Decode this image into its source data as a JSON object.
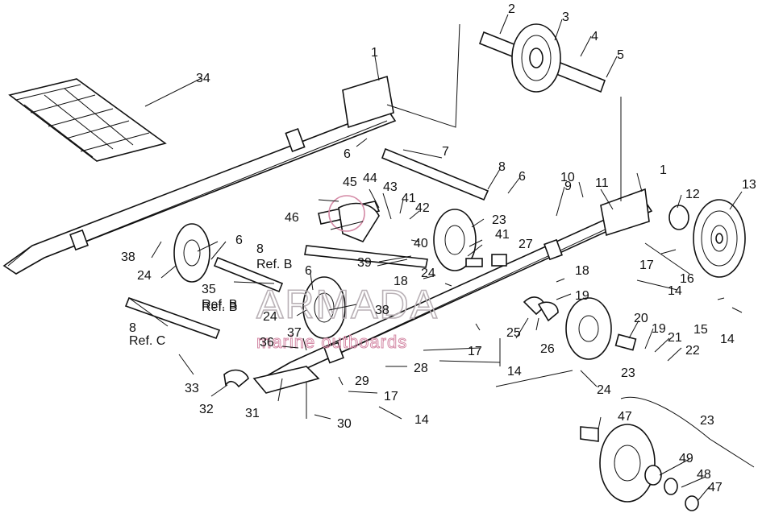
{
  "watermark": {
    "brand": "ARMADA",
    "tagline": "marine outboards",
    "colors": {
      "brand": "#b9b1b6",
      "accent": "#d48aa6"
    }
  },
  "callouts": [
    {
      "id": "c1a",
      "text": "1"
    },
    {
      "id": "c1b",
      "text": "1"
    },
    {
      "id": "c2",
      "text": "2"
    },
    {
      "id": "c3",
      "text": "3"
    },
    {
      "id": "c4",
      "text": "4"
    },
    {
      "id": "c5",
      "text": "5"
    },
    {
      "id": "c6a",
      "text": "6"
    },
    {
      "id": "c6b",
      "text": "6"
    },
    {
      "id": "c6c",
      "text": "6"
    },
    {
      "id": "c6d",
      "text": "6"
    },
    {
      "id": "c7",
      "text": "7"
    },
    {
      "id": "c8a",
      "text": "8"
    },
    {
      "id": "c8b",
      "text": "8"
    },
    {
      "id": "c8c",
      "text": "8"
    },
    {
      "id": "refB1",
      "text": "Ref. B"
    },
    {
      "id": "refB2",
      "text": "Ref. B"
    },
    {
      "id": "refC",
      "text": "Ref. C"
    },
    {
      "id": "c9",
      "text": "9"
    },
    {
      "id": "c10",
      "text": "10"
    },
    {
      "id": "c11",
      "text": "11"
    },
    {
      "id": "c12",
      "text": "12"
    },
    {
      "id": "c13",
      "text": "13"
    },
    {
      "id": "c14a",
      "text": "14"
    },
    {
      "id": "c14b",
      "text": "14"
    },
    {
      "id": "c14c",
      "text": "14"
    },
    {
      "id": "c14d",
      "text": "14"
    },
    {
      "id": "c15",
      "text": "15"
    },
    {
      "id": "c16",
      "text": "16"
    },
    {
      "id": "c17a",
      "text": "17"
    },
    {
      "id": "c17b",
      "text": "17"
    },
    {
      "id": "c17c",
      "text": "17"
    },
    {
      "id": "c18a",
      "text": "18"
    },
    {
      "id": "c18b",
      "text": "18"
    },
    {
      "id": "c19a",
      "text": "19"
    },
    {
      "id": "c19b",
      "text": "19"
    },
    {
      "id": "c20",
      "text": "20"
    },
    {
      "id": "c21",
      "text": "21"
    },
    {
      "id": "c22",
      "text": "22"
    },
    {
      "id": "c23a",
      "text": "23"
    },
    {
      "id": "c23b",
      "text": "23"
    },
    {
      "id": "c23c",
      "text": "23"
    },
    {
      "id": "c24a",
      "text": "24"
    },
    {
      "id": "c24b",
      "text": "24"
    },
    {
      "id": "c24c",
      "text": "24"
    },
    {
      "id": "c24d",
      "text": "24"
    },
    {
      "id": "c25",
      "text": "25"
    },
    {
      "id": "c26",
      "text": "26"
    },
    {
      "id": "c27",
      "text": "27"
    },
    {
      "id": "c28",
      "text": "28"
    },
    {
      "id": "c29",
      "text": "29"
    },
    {
      "id": "c30",
      "text": "30"
    },
    {
      "id": "c31",
      "text": "31"
    },
    {
      "id": "c32",
      "text": "32"
    },
    {
      "id": "c33",
      "text": "33"
    },
    {
      "id": "c34",
      "text": "34"
    },
    {
      "id": "c35",
      "text": "35"
    },
    {
      "id": "refB3",
      "text": "Ref. B"
    },
    {
      "id": "c36",
      "text": "36"
    },
    {
      "id": "c37",
      "text": "37"
    },
    {
      "id": "c38a",
      "text": "38"
    },
    {
      "id": "c38b",
      "text": "38"
    },
    {
      "id": "c39",
      "text": "39"
    },
    {
      "id": "c40",
      "text": "40"
    },
    {
      "id": "c41a",
      "text": "41"
    },
    {
      "id": "c41b",
      "text": "41"
    },
    {
      "id": "c42",
      "text": "42"
    },
    {
      "id": "c43",
      "text": "43"
    },
    {
      "id": "c44",
      "text": "44"
    },
    {
      "id": "c45",
      "text": "45"
    },
    {
      "id": "c46",
      "text": "46"
    },
    {
      "id": "c47a",
      "text": "47"
    },
    {
      "id": "c47b",
      "text": "47"
    },
    {
      "id": "c48",
      "text": "48"
    },
    {
      "id": "c49",
      "text": "49"
    }
  ]
}
